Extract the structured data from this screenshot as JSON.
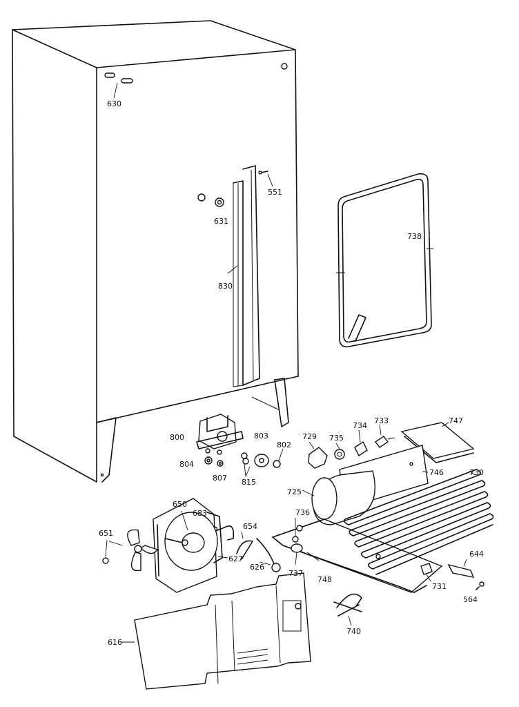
{
  "labels": {
    "p630": "630",
    "p551": "551",
    "p631": "631",
    "p830": "830",
    "p738": "738",
    "p800": "800",
    "p803": "803",
    "p802": "802",
    "p804": "804",
    "p807": "807",
    "p815": "815",
    "p729": "729",
    "p735": "735",
    "p734": "734",
    "p733": "733",
    "p747": "747",
    "p746": "746",
    "p730": "730",
    "p725": "725",
    "p683": "683",
    "p650": "650",
    "p654": "654",
    "p736": "736",
    "p651": "651",
    "p627": "627",
    "p626": "626",
    "p737": "737",
    "p748": "748",
    "p731": "731",
    "p644": "644",
    "p564": "564",
    "p740": "740",
    "p616": "616"
  }
}
